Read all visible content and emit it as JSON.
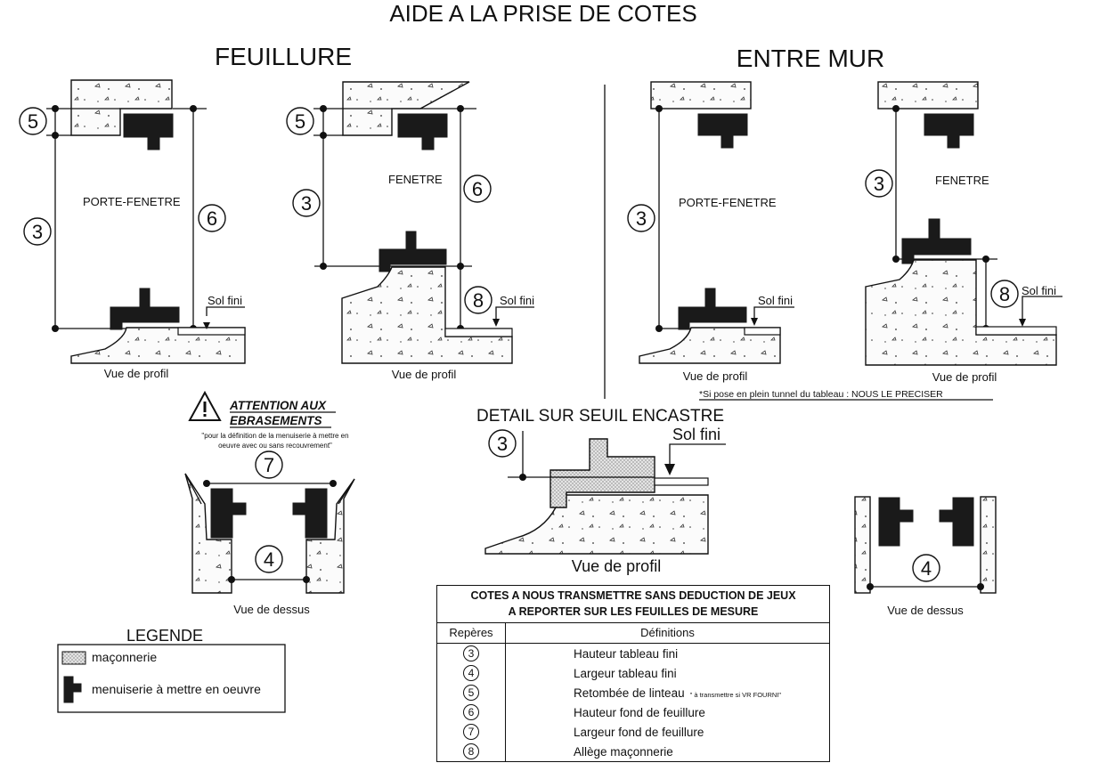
{
  "title": "AIDE A LA PRISE DE COTES",
  "sections": {
    "left": "FEUILLURE",
    "right": "ENTRE MUR"
  },
  "labels": {
    "porte_fenetre": "PORTE-FENETRE",
    "fenetre": "FENETRE",
    "sol_fini": "Sol fini",
    "vue_profil": "Vue de profil",
    "vue_dessus": "Vue de dessus",
    "note_tunnel": "*Si pose en plein tunnel du tableau : NOUS LE PRECISER"
  },
  "numbers": {
    "n3": "3",
    "n4": "4",
    "n5": "5",
    "n6": "6",
    "n7": "7",
    "n8": "8"
  },
  "attention": {
    "line1": "ATTENTION AUX",
    "line2": "EBRASEMENTS",
    "note1": "\"pour la définition de la menuiserie à mettre en",
    "note2": "oeuvre avec ou sans recouvrement\""
  },
  "detail": {
    "title": "DETAIL SUR SEUIL ENCASTRE",
    "sol_fini": "Sol fini",
    "vue": "Vue de profil"
  },
  "legend": {
    "title": "LEGENDE",
    "masonry": "maçonnerie",
    "joinery": "menuiserie à mettre en oeuvre"
  },
  "table": {
    "header1": "COTES A NOUS TRANSMETTRE SANS DEDUCTION DE JEUX",
    "header2": "A REPORTER SUR LES FEUILLES DE MESURE",
    "col1": "Repères",
    "col2": "Définitions",
    "rows": [
      {
        "ref": "3",
        "def": "Hauteur tableau fini",
        "note": ""
      },
      {
        "ref": "4",
        "def": "Largeur tableau fini",
        "note": ""
      },
      {
        "ref": "5",
        "def": "Retombée de linteau",
        "note": "\" à transmettre si VR FOURNI\""
      },
      {
        "ref": "6",
        "def": "Hauteur fond de feuillure",
        "note": ""
      },
      {
        "ref": "7",
        "def": "Largeur fond de feuillure",
        "note": ""
      },
      {
        "ref": "8",
        "def": "Allège maçonnerie",
        "note": ""
      }
    ]
  }
}
